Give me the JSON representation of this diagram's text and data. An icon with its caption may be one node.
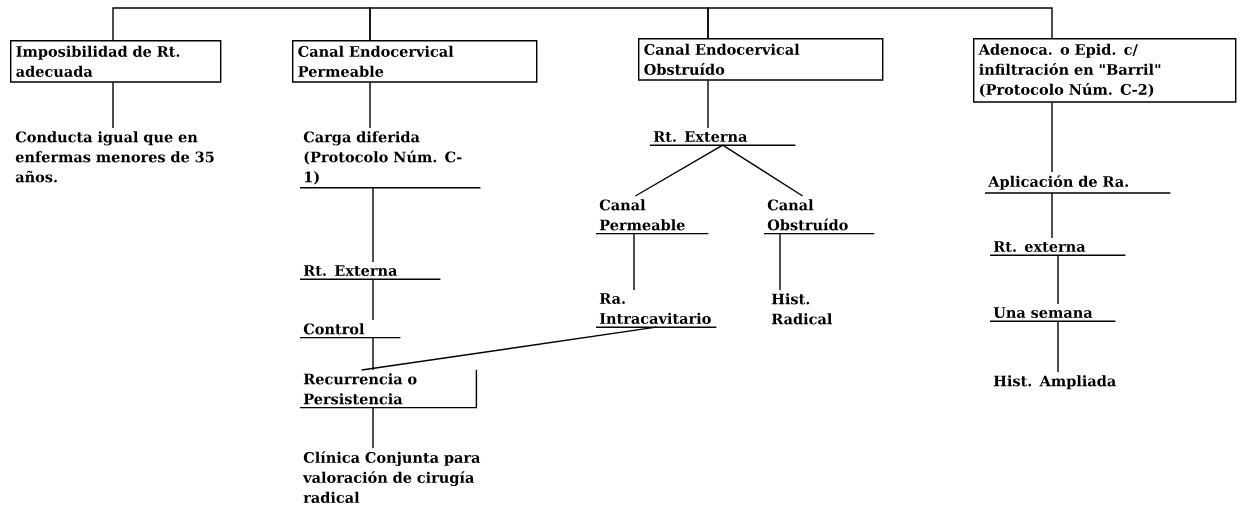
{
  "diagram": {
    "nodes": [
      {
        "text": [
          "Imposibilidad de Rt. adecuada"
        ]
      },
      {
        "text": [
          "Canal Endocervical Permeable"
        ]
      },
      {
        "text": [
          "Canal Endocervical Obstruído"
        ]
      },
      {
        "text": [
          "Adenoca. o Epid. c/ infiltración en \"Barril\" (Protocolo Núm. C-2)"
        ]
      },
      {
        "text": [
          "Conducta igual que en enfermas menores de 35 años."
        ]
      },
      {
        "text": [
          "Carga diferida (Protocolo Núm. C-1)"
        ]
      },
      {
        "text": [
          "Rt. Externa"
        ]
      },
      {
        "text": [
          "Control"
        ]
      },
      {
        "text": [
          "Recurrencia o Persistencia"
        ]
      },
      {
        "text": [
          "Clínica Conjunta para valoración de cirugía radical"
        ]
      },
      {
        "text": [
          "Rt. Externa"
        ]
      },
      {
        "text": [
          "Canal Permeable"
        ]
      },
      {
        "text": [
          "Canal Obstruído"
        ]
      },
      {
        "text": [
          "Ra. Intracavitario"
        ]
      },
      {
        "text": [
          "Hist. Radical"
        ]
      },
      {
        "text": [
          "Aplicación de Ra."
        ]
      },
      {
        "text": [
          "Rt. externa"
        ]
      },
      {
        "text": [
          "Una semana"
        ]
      },
      {
        "text": [
          "Hist. Ampliada"
        ]
      }
    ],
    "edges": [
      {
        "from": 0,
        "to": 1,
        "arrow": "none"
      },
      {
        "from": 1,
        "to": 2,
        "arrow": "none"
      },
      {
        "from": 2,
        "to": 3,
        "arrow": "none"
      },
      {
        "from": 0,
        "to": 4,
        "arrow": "none"
      },
      {
        "from": 1,
        "to": 5,
        "arrow": "none"
      },
      {
        "from": 5,
        "to": 6,
        "arrow": "none"
      },
      {
        "from": 6,
        "to": 7,
        "arrow": "none"
      },
      {
        "from": 7,
        "to": 8,
        "arrow": "none"
      },
      {
        "from": 8,
        "to": 9,
        "arrow": "none"
      },
      {
        "from": 2,
        "to": 10,
        "arrow": "none"
      },
      {
        "from": 10,
        "to": 11,
        "arrow": "none"
      },
      {
        "from": 10,
        "to": 12,
        "arrow": "none"
      },
      {
        "from": 11,
        "to": 13,
        "arrow": "none"
      },
      {
        "from": 12,
        "to": 14,
        "arrow": "none"
      },
      {
        "from": 13,
        "to": 8,
        "arrow": "none"
      },
      {
        "from": 3,
        "to": 15,
        "arrow": "none"
      },
      {
        "from": 15,
        "to": 16,
        "arrow": "none"
      },
      {
        "from": 16,
        "to": 17,
        "arrow": "none"
      },
      {
        "from": 17,
        "to": 18,
        "arrow": "none"
      }
    ]
  }
}
